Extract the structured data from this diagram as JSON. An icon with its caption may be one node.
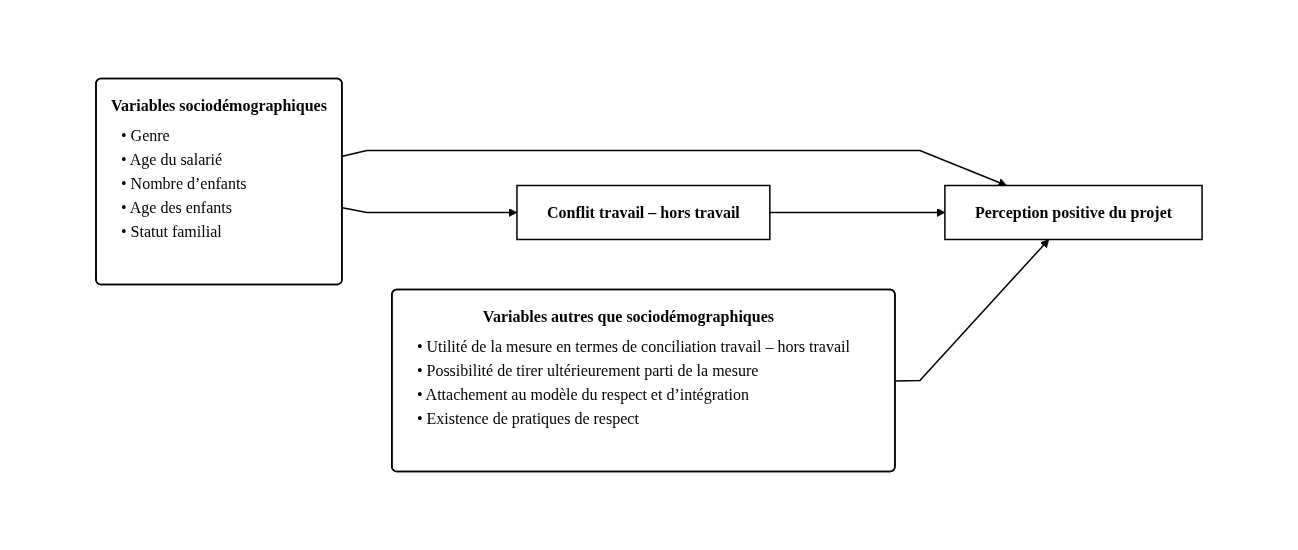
{
  "diagram": {
    "nodes": [
      {
        "text": [
          "Variables sociodémographiques",
          "• Genre",
          "• Age du salarié",
          "• Nombre d’enfants",
          "• Age des enfants",
          "• Statut familial"
        ]
      },
      {
        "text": [
          "Conflit travail – hors travail"
        ]
      },
      {
        "text": [
          "Perception positive du projet"
        ]
      },
      {
        "text": [
          "Variables autres que sociodémographiques",
          "• Utilité de la mesure en termes de conciliation travail – hors travail",
          "• Possibilité de tirer ultérieurement parti de la mesure",
          "• Attachement au modèle du respect et d’intégration",
          "• Existence de pratiques de respect"
        ]
      }
    ],
    "edges": [
      {
        "from": 0,
        "to": 2,
        "arrow": "to"
      },
      {
        "from": 0,
        "to": 1,
        "arrow": "to"
      },
      {
        "from": 1,
        "to": 2,
        "arrow": "to"
      },
      {
        "from": 3,
        "to": 2,
        "arrow": "to"
      }
    ]
  }
}
